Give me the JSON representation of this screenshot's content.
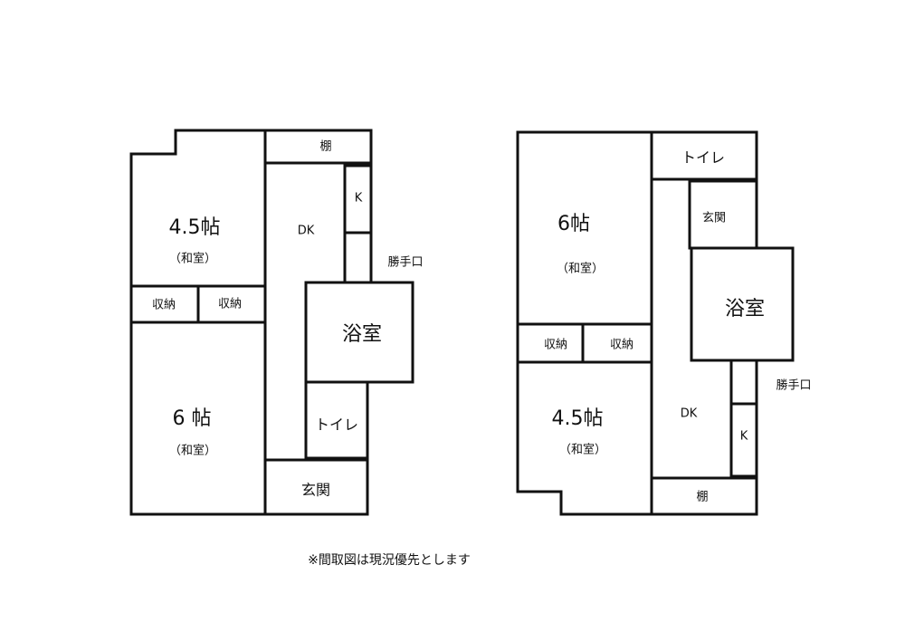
{
  "plan_left": {
    "room_4_5": "4.5帖",
    "room_4_5_type": "（和室）",
    "storage_1": "収納",
    "storage_2": "収納",
    "room_6": "6 帖",
    "room_6_type": "（和室）",
    "shelf": "棚",
    "dk": "DK",
    "k": "K",
    "back_door": "勝手口",
    "bath": "浴室",
    "toilet": "トイレ",
    "entrance": "玄関"
  },
  "plan_right": {
    "room_6": "6帖",
    "room_6_type": "（和室）",
    "storage_1": "収納",
    "storage_2": "収納",
    "room_4_5": "4.5帖",
    "room_4_5_type": "（和室）",
    "toilet": "トイレ",
    "entrance": "玄関",
    "bath": "浴室",
    "back_door": "勝手口",
    "dk": "DK",
    "k": "K",
    "shelf": "棚"
  },
  "note": "※間取図は現況優先とします"
}
